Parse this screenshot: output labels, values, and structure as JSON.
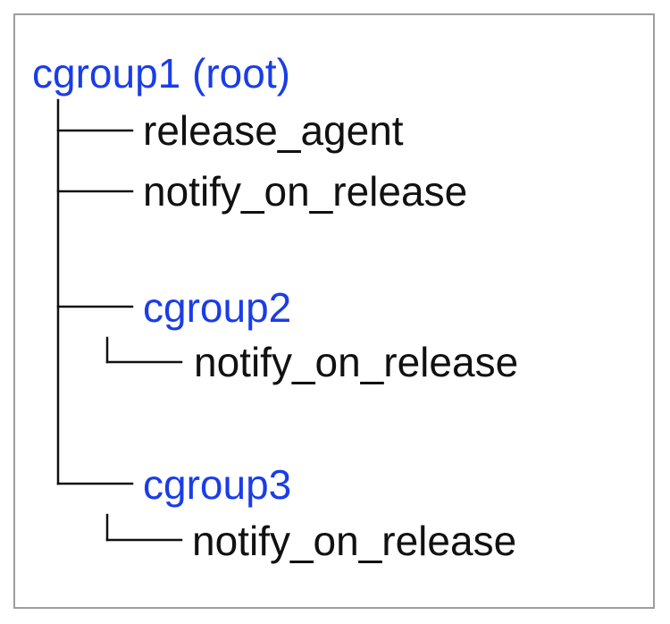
{
  "colors": {
    "group": "#1a3de8",
    "file": "#111111",
    "border": "#9e9e9e"
  },
  "tree": {
    "root": "cgroup1 (root)",
    "root_files": [
      "release_agent",
      "notify_on_release"
    ],
    "cgroup2": {
      "label": "cgroup2",
      "file": "notify_on_release"
    },
    "cgroup3": {
      "label": "cgroup3",
      "file": "notify_on_release"
    }
  }
}
